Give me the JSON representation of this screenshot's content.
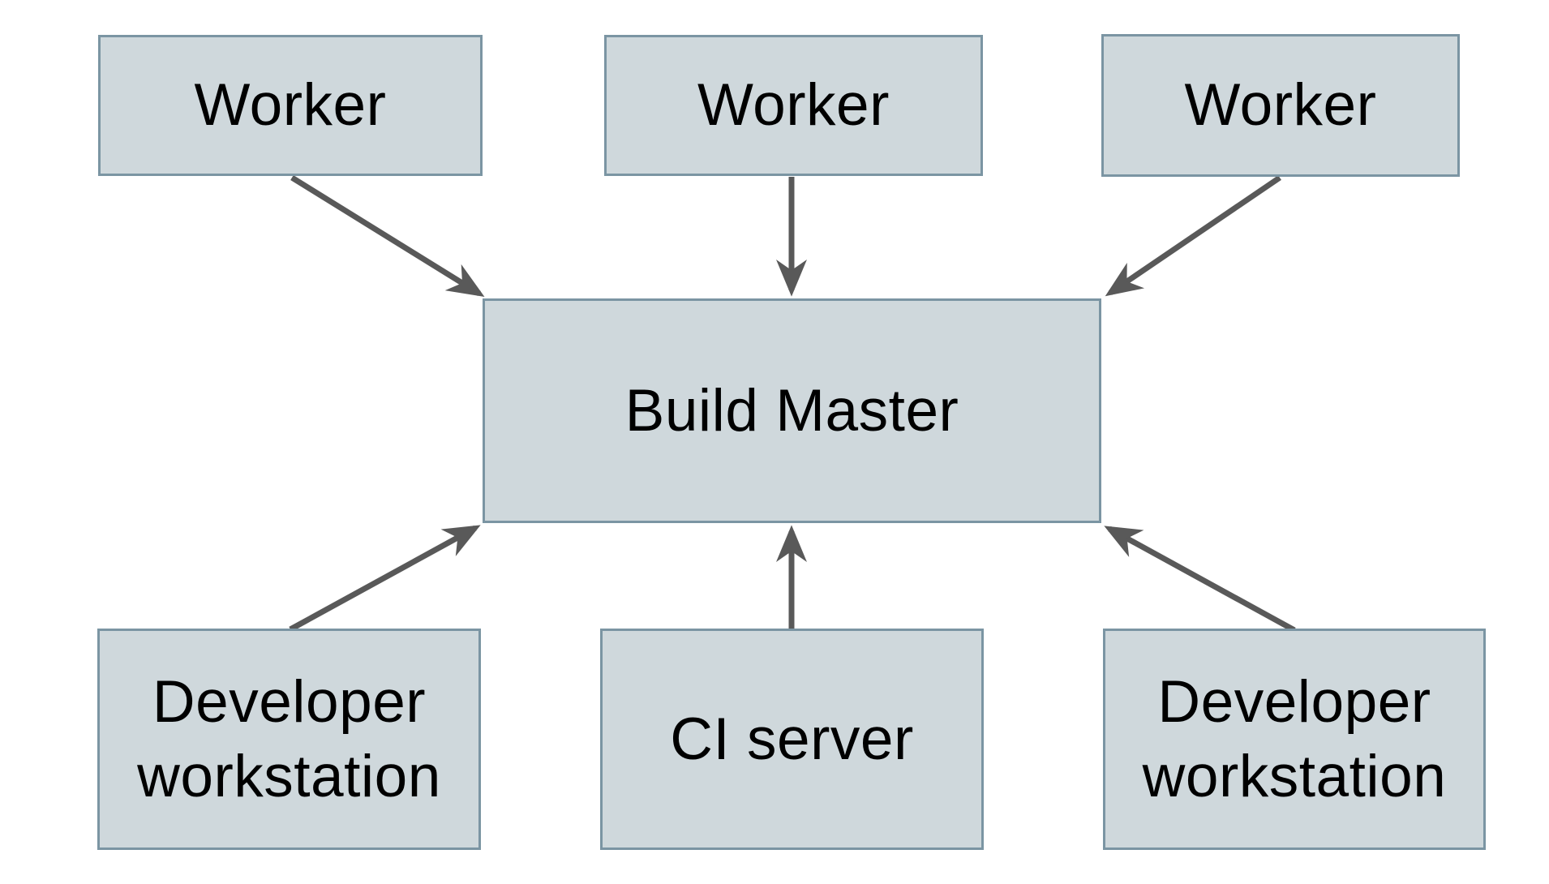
{
  "diagram": {
    "description": "Build farm architecture diagram",
    "colors": {
      "background": "#ffffff",
      "node_fill": "#cfd8dc",
      "node_border": "#7b95a3",
      "arrow": "#595959",
      "text": "#000000"
    },
    "nodes": [
      {
        "id": "worker-1",
        "label": "Worker"
      },
      {
        "id": "worker-2",
        "label": "Worker"
      },
      {
        "id": "worker-3",
        "label": "Worker"
      },
      {
        "id": "build-master",
        "label": "Build Master"
      },
      {
        "id": "developer-workstation-left",
        "label": "Developer workstation"
      },
      {
        "id": "ci-server",
        "label": "CI server"
      },
      {
        "id": "developer-workstation-right",
        "label": "Developer workstation"
      }
    ],
    "edges": [
      {
        "from": "worker-1",
        "to": "build-master"
      },
      {
        "from": "worker-2",
        "to": "build-master"
      },
      {
        "from": "worker-3",
        "to": "build-master"
      },
      {
        "from": "developer-workstation-left",
        "to": "build-master"
      },
      {
        "from": "ci-server",
        "to": "build-master"
      },
      {
        "from": "developer-workstation-right",
        "to": "build-master"
      }
    ]
  }
}
